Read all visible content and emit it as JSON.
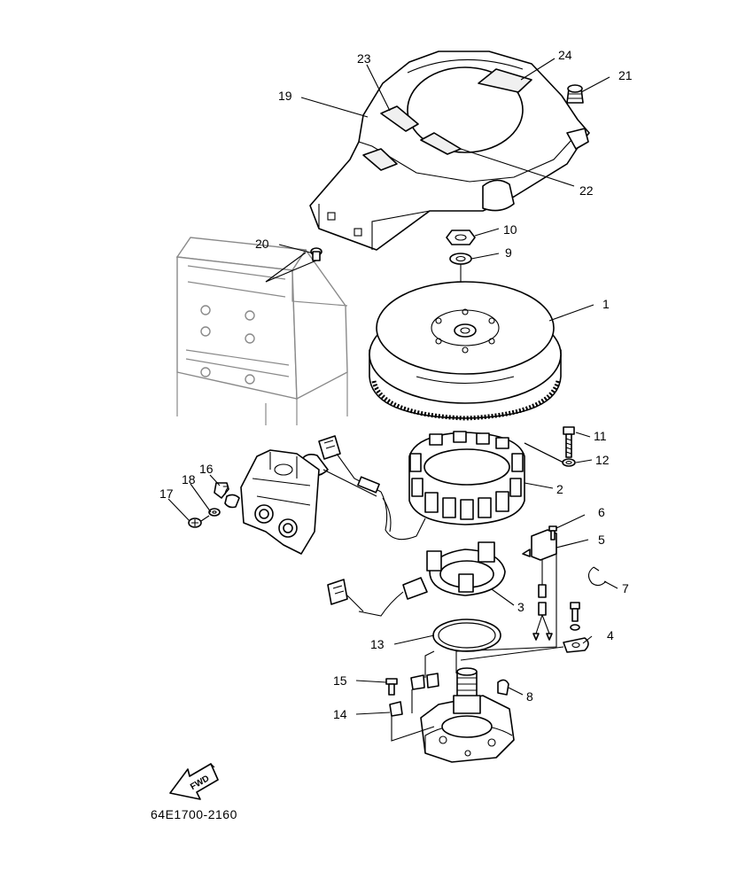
{
  "callouts": {
    "p1": "1",
    "p2": "2",
    "p3": "3",
    "p4": "4",
    "p5": "5",
    "p6": "6",
    "p7a": "7",
    "p7b": "7",
    "p8": "8",
    "p9": "9",
    "p10": "10",
    "p11": "11",
    "p12": "12",
    "p13": "13",
    "p14": "14",
    "p15": "15",
    "p16": "16",
    "p17": "17",
    "p18": "18",
    "p19": "19",
    "p20": "20",
    "p21": "21",
    "p22": "22",
    "p23": "23",
    "p24": "24"
  },
  "direction_label": "FWD",
  "diagram_code": "64E1700-2160"
}
